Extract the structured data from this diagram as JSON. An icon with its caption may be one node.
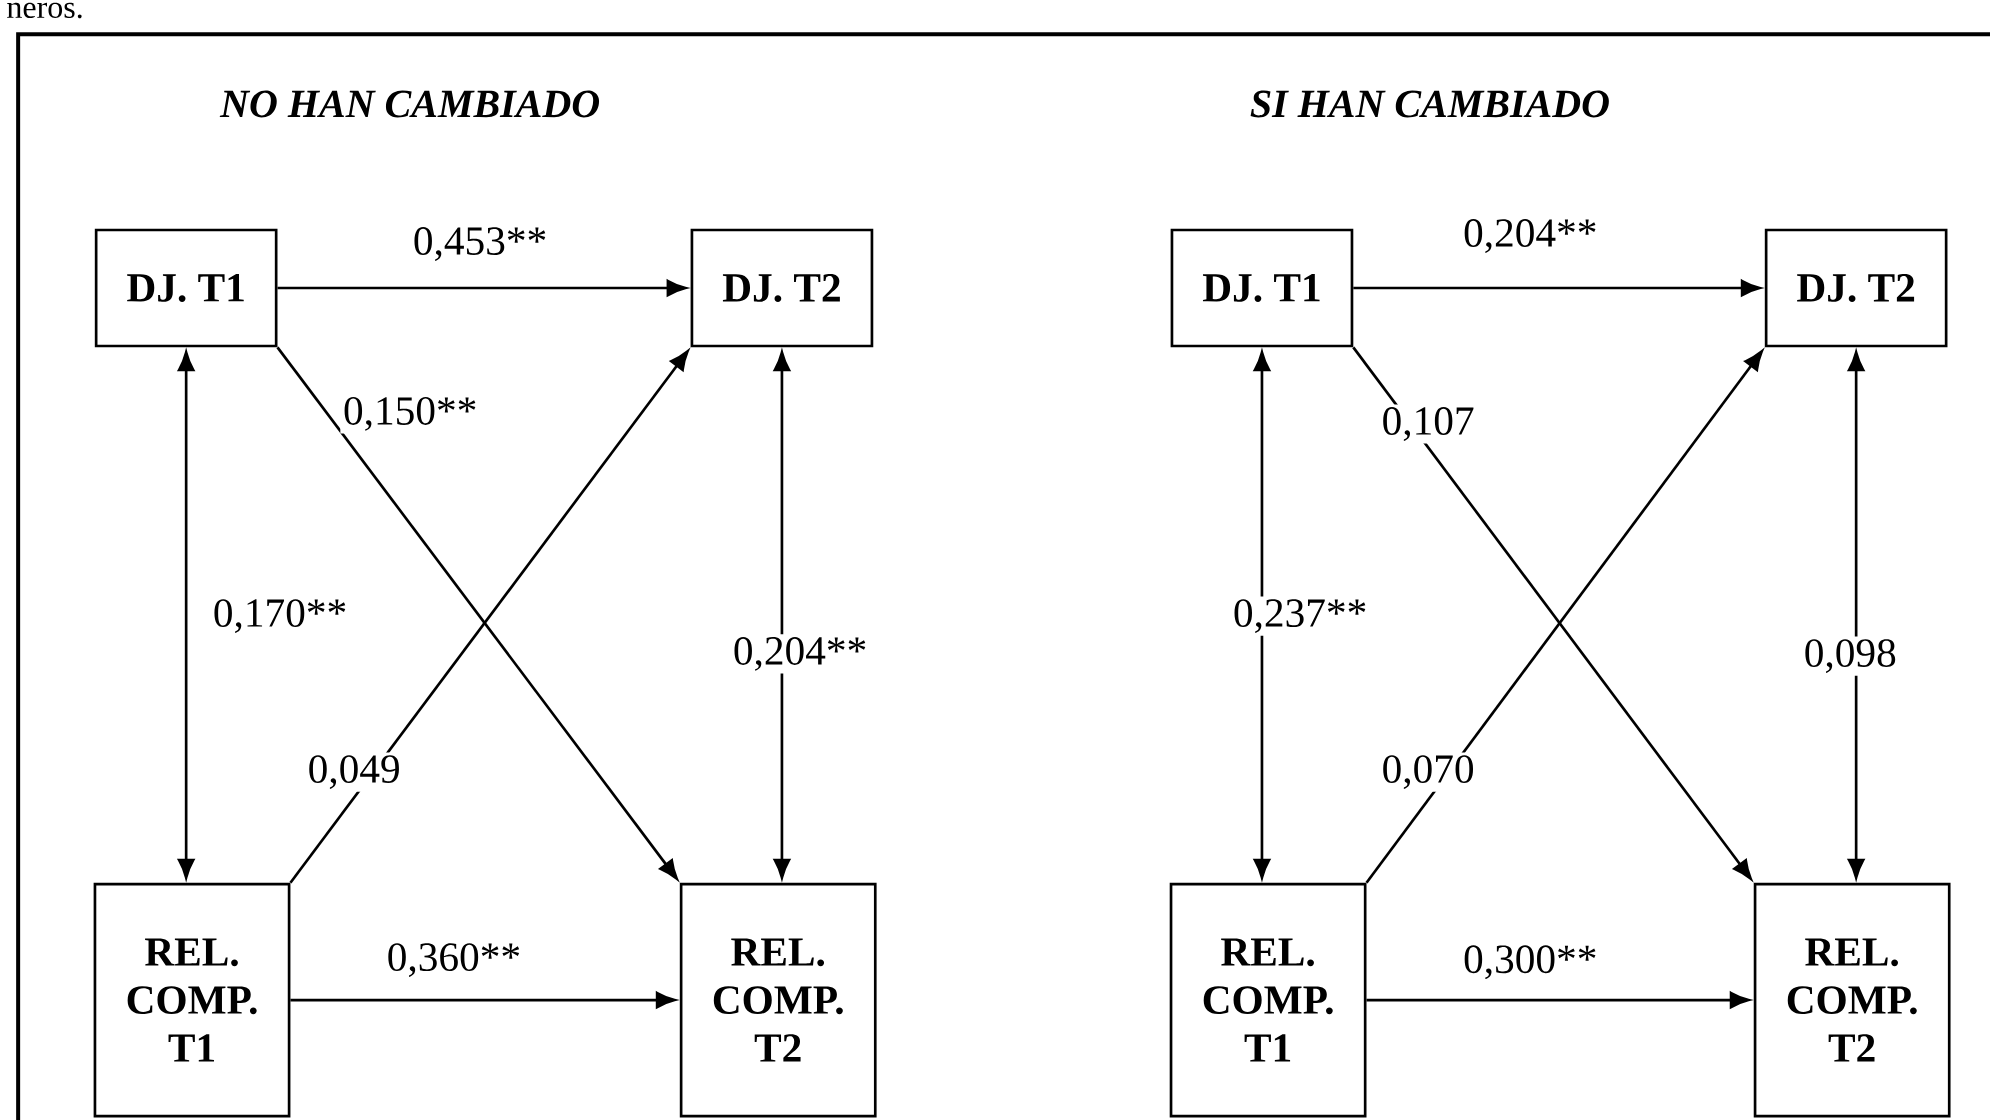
{
  "diagram": {
    "nodes": [
      {
        "text": [
          "DJ. T1"
        ]
      },
      {
        "text": [
          "DJ. T2"
        ]
      },
      {
        "text": [
          "REL. COMP. T1"
        ]
      },
      {
        "text": [
          "REL. COMP. T2"
        ]
      },
      {
        "text": [
          "DJ. T1"
        ]
      },
      {
        "text": [
          "DJ. T2"
        ]
      },
      {
        "text": [
          "REL. COMP. T1"
        ]
      },
      {
        "text": [
          "REL. COMP. T2"
        ]
      }
    ],
    "edges": [
      {
        "from": 0,
        "to": 1,
        "arrow": "to",
        "label": "0,453**"
      },
      {
        "from": 0,
        "to": 3,
        "arrow": "to",
        "label": "0,150**"
      },
      {
        "from": 0,
        "to": 2,
        "arrow": "both",
        "label": "0,170**"
      },
      {
        "from": 1,
        "to": 3,
        "arrow": "both",
        "label": "0,204**"
      },
      {
        "from": 2,
        "to": 1,
        "arrow": "to",
        "label": "0,049"
      },
      {
        "from": 2,
        "to": 3,
        "arrow": "to",
        "label": "0,360**"
      },
      {
        "from": 4,
        "to": 5,
        "arrow": "to",
        "label": "0,204**"
      },
      {
        "from": 4,
        "to": 7,
        "arrow": "to",
        "label": "0,107"
      },
      {
        "from": 4,
        "to": 6,
        "arrow": "both",
        "label": "0,237**"
      },
      {
        "from": 5,
        "to": 7,
        "arrow": "both",
        "label": "0,098"
      },
      {
        "from": 6,
        "to": 5,
        "arrow": "to",
        "label": "0,070"
      },
      {
        "from": 6,
        "to": 7,
        "arrow": "to",
        "label": "0,300**"
      }
    ],
    "labels": [
      "neros.",
      "NO HAN CAMBIADO",
      "SI HAN CAMBIADO"
    ]
  }
}
